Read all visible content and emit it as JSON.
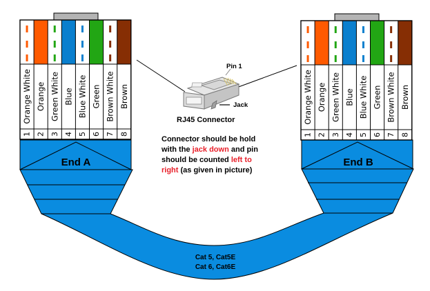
{
  "colors": {
    "cable_blue": "#0a8ce0",
    "tab_gray": "#b4b4b4",
    "orange": "#ff5a00",
    "green": "#22a614",
    "blue": "#0a7fce",
    "brown": "#862e04",
    "highlight_red": "#e8202a"
  },
  "wires": [
    {
      "pin": "1",
      "label": "Orange White",
      "color": "orange",
      "striped": true
    },
    {
      "pin": "2",
      "label": "Orange",
      "color": "orange",
      "striped": false
    },
    {
      "pin": "3",
      "label": "Green White",
      "color": "green",
      "striped": true
    },
    {
      "pin": "4",
      "label": "Blue",
      "color": "blue",
      "striped": false
    },
    {
      "pin": "5",
      "label": "Blue White",
      "color": "blue",
      "striped": true
    },
    {
      "pin": "6",
      "label": "Green",
      "color": "green",
      "striped": false
    },
    {
      "pin": "7",
      "label": "Brown White",
      "color": "brown",
      "striped": true
    },
    {
      "pin": "8",
      "label": "Brown",
      "color": "brown",
      "striped": false
    }
  ],
  "end_a": {
    "label": "End A"
  },
  "end_b": {
    "label": "End B"
  },
  "connector": {
    "caption": "RJ45 Connector",
    "pin1_label": "Pin 1",
    "jack_label": "Jack"
  },
  "note": {
    "line1": "Connector should be hold",
    "line2_pre": "with the ",
    "line2_hl": "jack down",
    "line2_post": " and pin",
    "line3_pre": "should be counted ",
    "line3_hl": "left to",
    "line4_hl": "right",
    "line4_post": " (as given in picture)"
  },
  "cable": {
    "line1": "Cat 5, Cat5E",
    "line2": "Cat 6, Cat6E"
  }
}
